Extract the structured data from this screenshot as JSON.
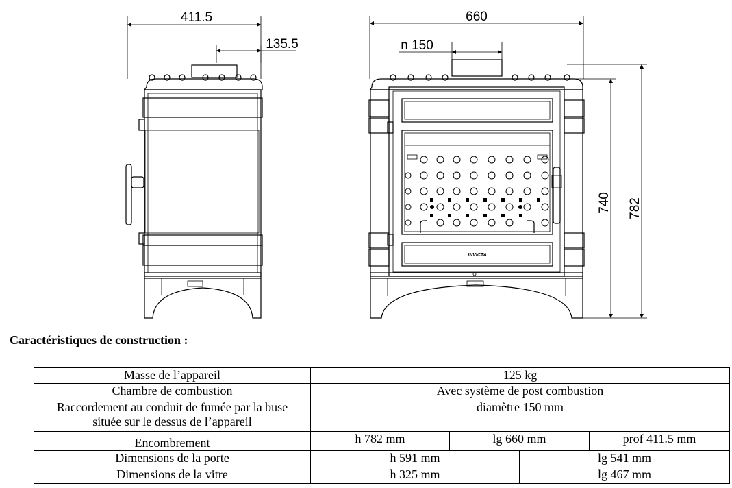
{
  "drawing": {
    "side_view": {
      "width_dim": "411.5",
      "flue_offset_dim": "135.5"
    },
    "front_view": {
      "width_dim": "660",
      "flue_dim": "n 150",
      "height_inner_dim": "740",
      "height_total_dim": "782",
      "logo_text": "INVICTA"
    }
  },
  "section_title": "Caractéristiques de construction :",
  "table": {
    "rows": [
      {
        "label": "Masse de l’appareil",
        "value": "125 kg"
      },
      {
        "label": "Chambre de combustion",
        "value": "Avec système de post combustion"
      },
      {
        "label_line1": "Raccordement au conduit de fumée par la buse",
        "label_line2": "située sur le dessus de l’appareil",
        "value": "diamètre 150 mm"
      },
      {
        "label": "Encombrement",
        "values": [
          "h 782 mm",
          "lg 660 mm",
          "prof 411.5 mm"
        ]
      },
      {
        "label": "Dimensions de la porte",
        "values": [
          "h 591 mm",
          "lg 541 mm"
        ]
      },
      {
        "label": "Dimensions de la vitre",
        "values": [
          "h 325 mm",
          "lg 467 mm"
        ]
      }
    ]
  }
}
